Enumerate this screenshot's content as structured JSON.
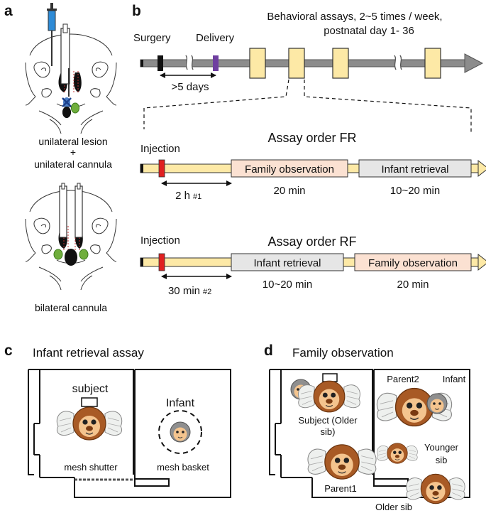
{
  "panels": {
    "a": {
      "letter": "a",
      "top_caption_1": "unilateral lesion",
      "top_caption_plus": "+",
      "top_caption_2": "unilateral cannula",
      "bottom_caption": "bilateral cannula"
    },
    "b": {
      "letter": "b",
      "timeline": {
        "behavior_title_1": "Behavioral assays, 2~5 times / week,",
        "behavior_title_2": "postnatal day 1- 36",
        "surgery": "Surgery",
        "delivery": "Delivery",
        "gap": ">5 days"
      },
      "order_fr": {
        "title": "Assay order FR",
        "injection": "Injection",
        "box1": "Family observation",
        "box2": "Infant retrieval",
        "dur1": "20 min",
        "dur2": "10~20 min",
        "delay": "2 h",
        "delay_note": "#1"
      },
      "order_rf": {
        "title": "Assay order RF",
        "injection": "Injection",
        "box1": "Infant retrieval",
        "box2": "Family observation",
        "dur1": "10~20 min",
        "dur2": "20 min",
        "delay": "30 min",
        "delay_note": "#2"
      }
    },
    "c": {
      "letter": "c",
      "title": "Infant retrieval assay",
      "subject": "subject",
      "infant": "Infant",
      "mesh_shutter": "mesh shutter",
      "mesh_basket": "mesh basket"
    },
    "d": {
      "letter": "d",
      "title": "Family observation",
      "subject": "Subject (Older",
      "subject_2": "sib)",
      "parent2": "Parent2",
      "infant": "Infant",
      "younger": "Younger",
      "younger_2": "sib",
      "parent1": "Parent1",
      "older": "Older sib"
    }
  },
  "colors": {
    "syringe_blue": "#2e8bd6",
    "surgery_black": "#111111",
    "delivery_purple": "#6f3fa0",
    "assay_yellow": "#fde9a6",
    "timeline_gray": "#8c8c8c",
    "injection_red": "#e02020",
    "family_box": "#fbe1d2",
    "retrieval_box": "#e6e6e6",
    "monkey_brown": "#a85a25",
    "monkey_face": "#f4c48e",
    "infant_gray": "#8f8f8f",
    "cannula_green": "#6fae3c"
  },
  "icons": [
    "syringe-icon",
    "monkey-icon",
    "infant-monkey-icon"
  ]
}
